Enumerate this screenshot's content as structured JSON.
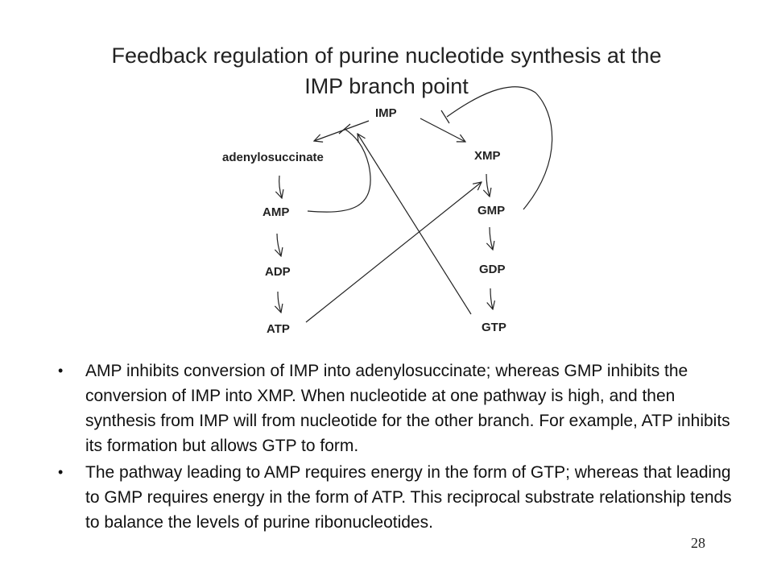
{
  "slide": {
    "title_line1": "Feedback regulation of purine nucleotide synthesis at the",
    "title_line2": "IMP branch point",
    "page_number": "28"
  },
  "diagram": {
    "nodes": {
      "imp": "IMP",
      "adenylosuccinate": "adenylosuccinate",
      "amp": "AMP",
      "adp": "ADP",
      "atp": "ATP",
      "xmp": "XMP",
      "gmp": "GMP",
      "gdp": "GDP",
      "gtp": "GTP"
    }
  },
  "bullets": [
    "AMP inhibits conversion of IMP into adenylosuccinate; whereas GMP inhibits the conversion of IMP into XMP. When nucleotide at one pathway is high, and then synthesis from IMP will from nucleotide for the other branch.  For example, ATP inhibits its formation but allows GTP to form.",
    "The pathway leading to AMP requires energy in the form of GTP; whereas that leading to GMP requires energy in the form of ATP.  This reciprocal substrate relationship tends to balance the levels of purine ribonucleotides."
  ]
}
